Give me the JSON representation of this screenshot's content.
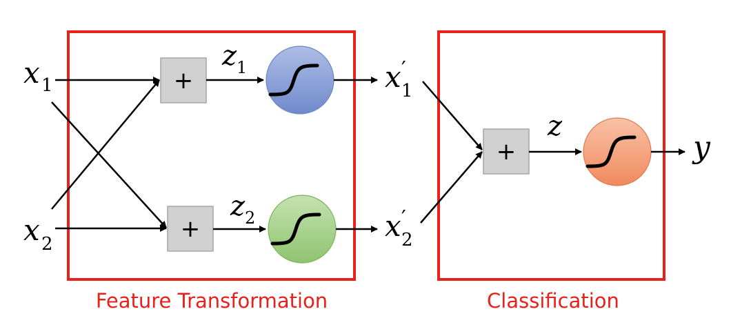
{
  "inputs": {
    "x1": {
      "base": "x",
      "sub": "1"
    },
    "x2": {
      "base": "x",
      "sub": "2"
    }
  },
  "hidden": {
    "z1": {
      "base": "z",
      "sub": "1"
    },
    "z2": {
      "base": "z",
      "sub": "2"
    },
    "x1_prime": {
      "base": "x",
      "prime": "′",
      "sub": "1"
    },
    "x2_prime": {
      "base": "x",
      "prime": "′",
      "sub": "2"
    }
  },
  "output": {
    "z": "z",
    "y": "y"
  },
  "sum_symbol": "+",
  "captions": {
    "feature": "Feature Transformation",
    "classification": "Classification"
  },
  "colors": {
    "frame": "#e8211a",
    "sum_box_fill": "#d0d0d0",
    "sum_box_stroke": "#a6a6a6",
    "neuron_top": "#8ea4d8",
    "neuron_bottom": "#a9d18e",
    "neuron_output": "#f4a582"
  },
  "icons": {
    "activation": "sigmoid-icon",
    "sum": "plus-icon"
  }
}
